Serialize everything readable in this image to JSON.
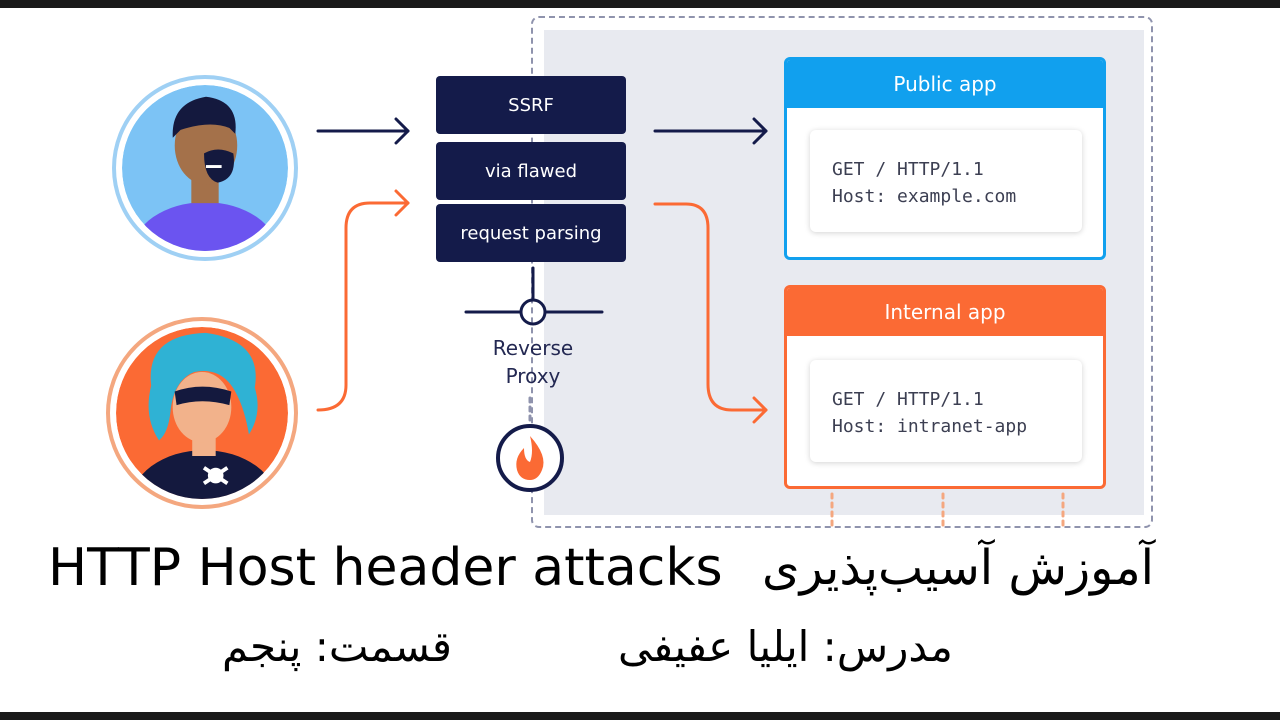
{
  "diagram": {
    "proxy_steps": [
      "SSRF",
      "via flawed",
      "request parsing"
    ],
    "proxy_label_line1": "Reverse",
    "proxy_label_line2": "Proxy",
    "public_app": {
      "title": "Public app",
      "request_line": "GET / HTTP/1.1",
      "host_line": "Host: example.com"
    },
    "internal_app": {
      "title": "Internal app",
      "request_line": "GET / HTTP/1.1",
      "host_line": "Host: intranet-app"
    },
    "icons": [
      "user-avatar-icon",
      "attacker-avatar-icon",
      "firewall-flame-icon",
      "arrow-right-icon"
    ],
    "colors": {
      "navy": "#141b4a",
      "public_blue": "#11a0ee",
      "internal_orange": "#fb6a34",
      "zone_gray": "#e8eaf0"
    }
  },
  "caption": {
    "title_en": "HTTP Host header attacks",
    "title_fa": "آموزش آسیب‌پذیری",
    "teacher": "مدرس: ایلیا عفیفی",
    "episode": "قسمت: پنجم"
  }
}
